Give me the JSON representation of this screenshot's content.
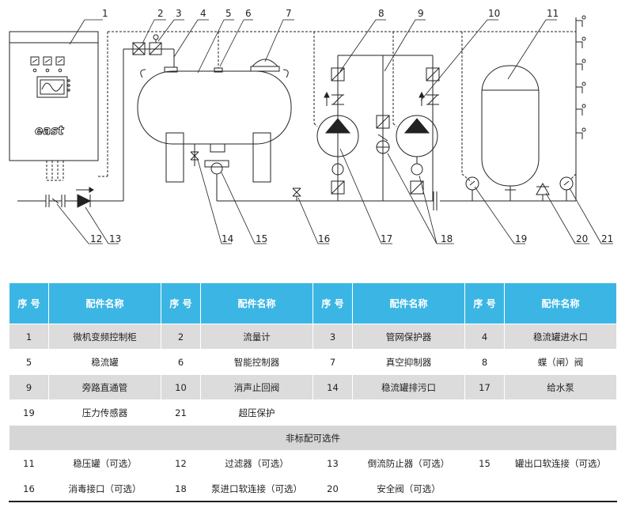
{
  "diagram": {
    "callouts": [
      "1",
      "2",
      "3",
      "4",
      "5",
      "6",
      "7",
      "8",
      "9",
      "10",
      "11",
      "12",
      "13",
      "14",
      "15",
      "16",
      "17",
      "18",
      "19",
      "20",
      "21"
    ],
    "cabinet_brand": "east"
  },
  "table": {
    "header": {
      "no": "序 号",
      "name": "配件名称"
    },
    "standard_rows": [
      [
        {
          "no": "1",
          "name": "微机变频控制柜"
        },
        {
          "no": "2",
          "name": "流量计"
        },
        {
          "no": "3",
          "name": "管网保护器"
        },
        {
          "no": "4",
          "name": "稳流罐进水口"
        }
      ],
      [
        {
          "no": "5",
          "name": "稳流罐"
        },
        {
          "no": "6",
          "name": "智能控制器"
        },
        {
          "no": "7",
          "name": "真空抑制器"
        },
        {
          "no": "8",
          "name": "蝶（闸）阀"
        }
      ],
      [
        {
          "no": "9",
          "name": "旁路直通管"
        },
        {
          "no": "10",
          "name": "消声止回阀"
        },
        {
          "no": "14",
          "name": "稳流罐排污口"
        },
        {
          "no": "17",
          "name": "给水泵"
        }
      ],
      [
        {
          "no": "19",
          "name": "压力传感器"
        },
        {
          "no": "21",
          "name": "超压保护"
        },
        {
          "no": "",
          "name": ""
        },
        {
          "no": "",
          "name": ""
        }
      ]
    ],
    "optional_section_title": "非标配可选件",
    "optional_rows": [
      [
        {
          "no": "11",
          "name": "稳压罐（可选）"
        },
        {
          "no": "12",
          "name": "过滤器（可选）"
        },
        {
          "no": "13",
          "name": "倒流防止器（可选）"
        },
        {
          "no": "15",
          "name": "罐出口软连接（可选）"
        }
      ],
      [
        {
          "no": "16",
          "name": "消毒接口（可选）"
        },
        {
          "no": "18",
          "name": "泵进口软连接（可选）"
        },
        {
          "no": "20",
          "name": "安全阀（可选）"
        },
        {
          "no": "",
          "name": ""
        }
      ]
    ]
  }
}
